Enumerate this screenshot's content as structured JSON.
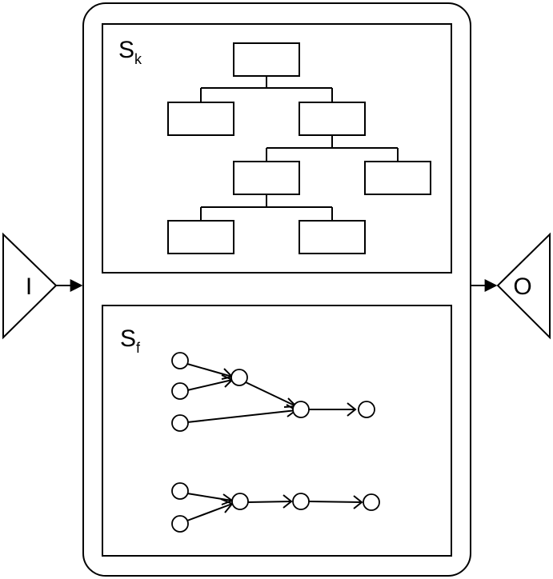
{
  "input": {
    "label": "I"
  },
  "output": {
    "label": "O"
  },
  "knowledge_panel": {
    "label_main": "S",
    "label_sub": "k"
  },
  "flow_panel": {
    "label_main": "S",
    "label_sub": "f"
  }
}
